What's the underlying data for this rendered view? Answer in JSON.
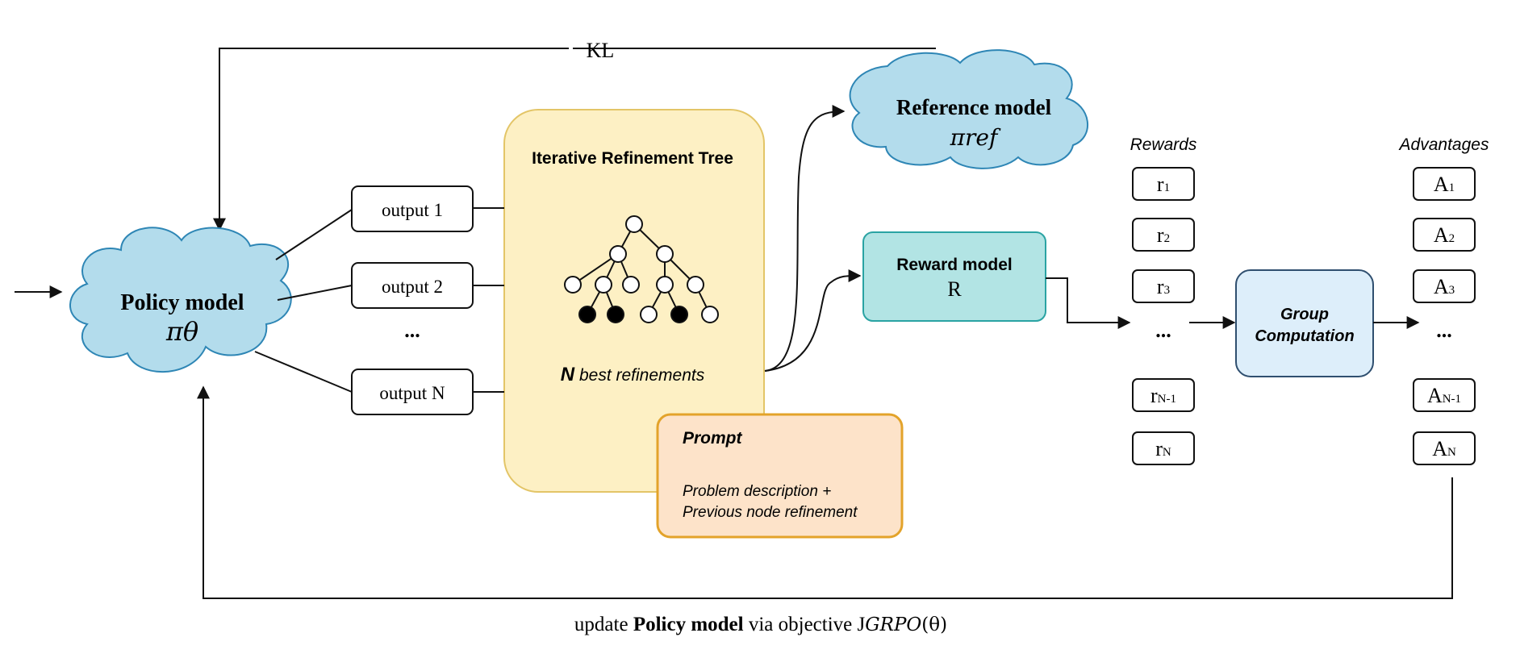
{
  "kl_label": "KL",
  "policy": {
    "title": "Policy model",
    "symbol": "πθ"
  },
  "reference": {
    "title": "Reference model",
    "symbol_main": "π",
    "symbol_sub": "ref"
  },
  "reward_model": {
    "title": "Reward model",
    "symbol": "R"
  },
  "tree": {
    "title": "Iterative Refinement Tree",
    "caption_bold": "N",
    "caption_rest": " best refinements"
  },
  "outputs": [
    "output 1",
    "output 2",
    "...",
    "output N"
  ],
  "prompt": {
    "title": "Prompt",
    "line1": "Problem description +",
    "line2": "Previous node refinement"
  },
  "rewards": {
    "header": "Rewards",
    "items": [
      {
        "base": "r",
        "sub": "1"
      },
      {
        "base": "r",
        "sub": "2"
      },
      {
        "base": "r",
        "sub": "3"
      },
      {
        "base": "...",
        "sub": ""
      },
      {
        "base": "r",
        "sub": "N-1"
      },
      {
        "base": "r",
        "sub": "N"
      }
    ]
  },
  "group": {
    "line1": "Group",
    "line2": "Computation"
  },
  "advantages": {
    "header": "Advantages",
    "items": [
      {
        "base": "A",
        "sub": "1"
      },
      {
        "base": "A",
        "sub": "2"
      },
      {
        "base": "A",
        "sub": "3"
      },
      {
        "base": "...",
        "sub": ""
      },
      {
        "base": "A",
        "sub": "N-1"
      },
      {
        "base": "A",
        "sub": "N"
      }
    ]
  },
  "update": {
    "prefix": "update ",
    "bold": "Policy model",
    "middle": " via objective J",
    "italic": "GRPO",
    "suffix": "(θ)"
  },
  "colors": {
    "cloud_fill": "#b3dcec",
    "cloud_stroke": "#2e86b5",
    "tree_fill": "#fdf0c4",
    "tree_stroke": "#e3c567",
    "prompt_fill": "#fde3c9",
    "prompt_stroke": "#e3a32a",
    "reward_fill": "#b2e4e4",
    "reward_stroke": "#2aa3a3",
    "group_fill": "#ddeefa",
    "group_stroke": "#2f4f6f"
  }
}
